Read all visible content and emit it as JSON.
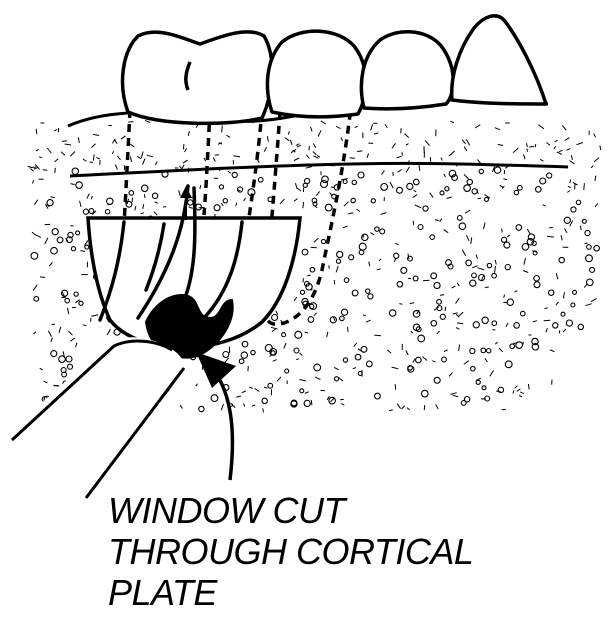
{
  "caption": {
    "lines": [
      "WINDOW CUT",
      "THROUGH CORTICAL",
      "PLATE"
    ]
  },
  "colors": {
    "ink": "#000000",
    "background": "#ffffff",
    "window_fill": "#ffffff"
  },
  "icons": [
    "teeth-crowns",
    "tooth-roots",
    "bone-texture",
    "cortical-window",
    "bur-instrument",
    "pointer-arrow"
  ]
}
